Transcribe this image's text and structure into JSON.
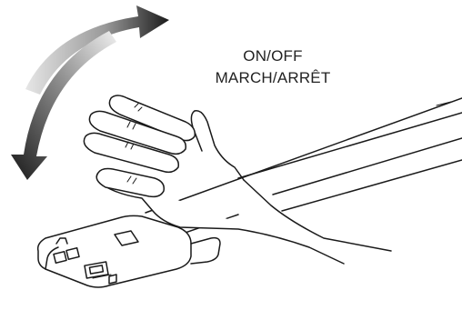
{
  "instruction": {
    "line1": "ON/OFF",
    "line2": "MARCH/ARRÊT"
  },
  "gesture": "wave-hand-over-sensor",
  "icons": [
    "double-arrow-motion-icon",
    "hand-icon",
    "sensor-device-icon",
    "wall-panel-icon"
  ],
  "colors": {
    "line": "#1a1a1a",
    "arrow_dark": "#1a1a1a",
    "arrow_light": "#e8e8e8",
    "background": "#ffffff"
  }
}
